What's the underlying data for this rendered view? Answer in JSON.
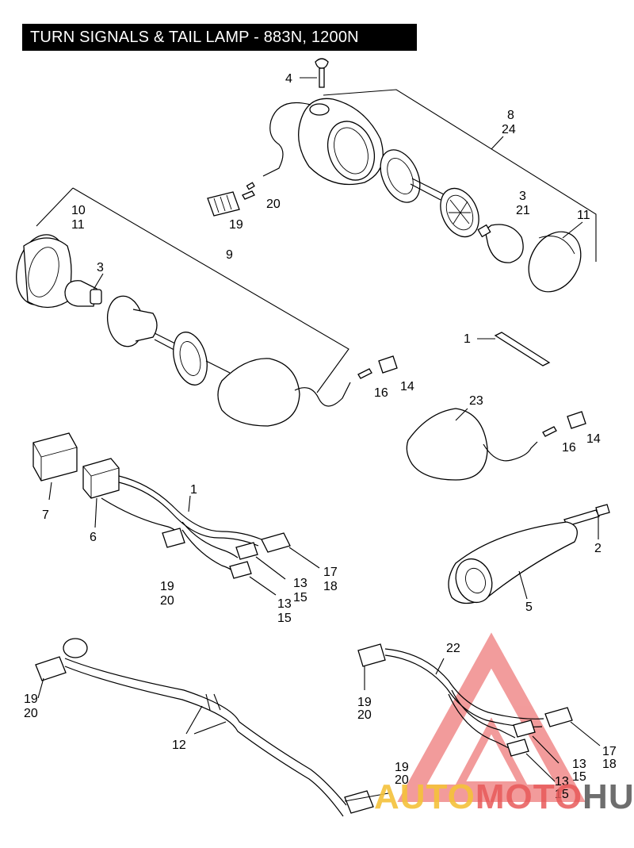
{
  "title": "TURN SIGNALS & TAIL LAMP - 883N, 1200N",
  "callouts": {
    "c4": "4",
    "c8": "8",
    "c24": "24",
    "c20a": "20",
    "c19a": "19",
    "c3a": "3",
    "c21": "21",
    "c11a": "11",
    "c10": "10",
    "c11b": "11",
    "c9": "9",
    "c3b": "3",
    "c1a": "1",
    "c16a": "16",
    "c14a": "14",
    "c23": "23",
    "c16b": "16",
    "c14b": "14",
    "c7": "7",
    "c6": "6",
    "c1b": "1",
    "c19b": "19",
    "c20b": "20",
    "c17a": "17",
    "c18a": "18",
    "c13a": "13",
    "c15a": "15",
    "c13b": "13",
    "c15b": "15",
    "c2": "2",
    "c5": "5",
    "c19c": "19",
    "c20c": "20",
    "c12": "12",
    "c22": "22",
    "c19d": "19",
    "c20d": "20",
    "c17b": "17",
    "c18b": "18",
    "c19e": "19",
    "c20e": "20",
    "c13c": "13",
    "c15c": "15",
    "c13d": "13",
    "c15d": "15"
  },
  "watermark": {
    "part1": "AUTO",
    "part2": "MOTO",
    "part3": "HUB",
    "color_triangle": "#e84a4a"
  }
}
